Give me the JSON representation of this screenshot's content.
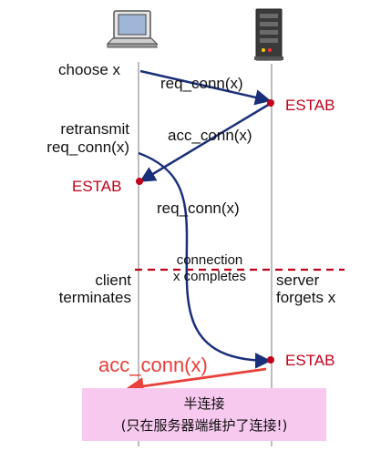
{
  "labels": {
    "choose": "choose x",
    "req1": "req_conn(x)",
    "estab_server1": "ESTAB",
    "retransmit1": "retransmit",
    "retransmit2": "req_conn(x)",
    "acc1": "acc_conn(x)",
    "estab_client": "ESTAB",
    "req2": "req_conn(x)",
    "connection1": "connection",
    "connection2": "x completes",
    "client1": "client",
    "client2": "terminates",
    "server1": "server",
    "server2": "forgets x",
    "estab_server2": "ESTAB",
    "acc2": "acc_conn(x)"
  },
  "note": {
    "line1": "半连接",
    "line2": "(只在服务器端维护了连接!)"
  },
  "colors": {
    "arrow": "#1a2f7a",
    "red": "#c0001a",
    "dashed": "#c0001a",
    "note_bg": "#f7c9ef",
    "timeline": "#999999"
  },
  "icons": [
    "laptop-icon",
    "server-icon"
  ]
}
